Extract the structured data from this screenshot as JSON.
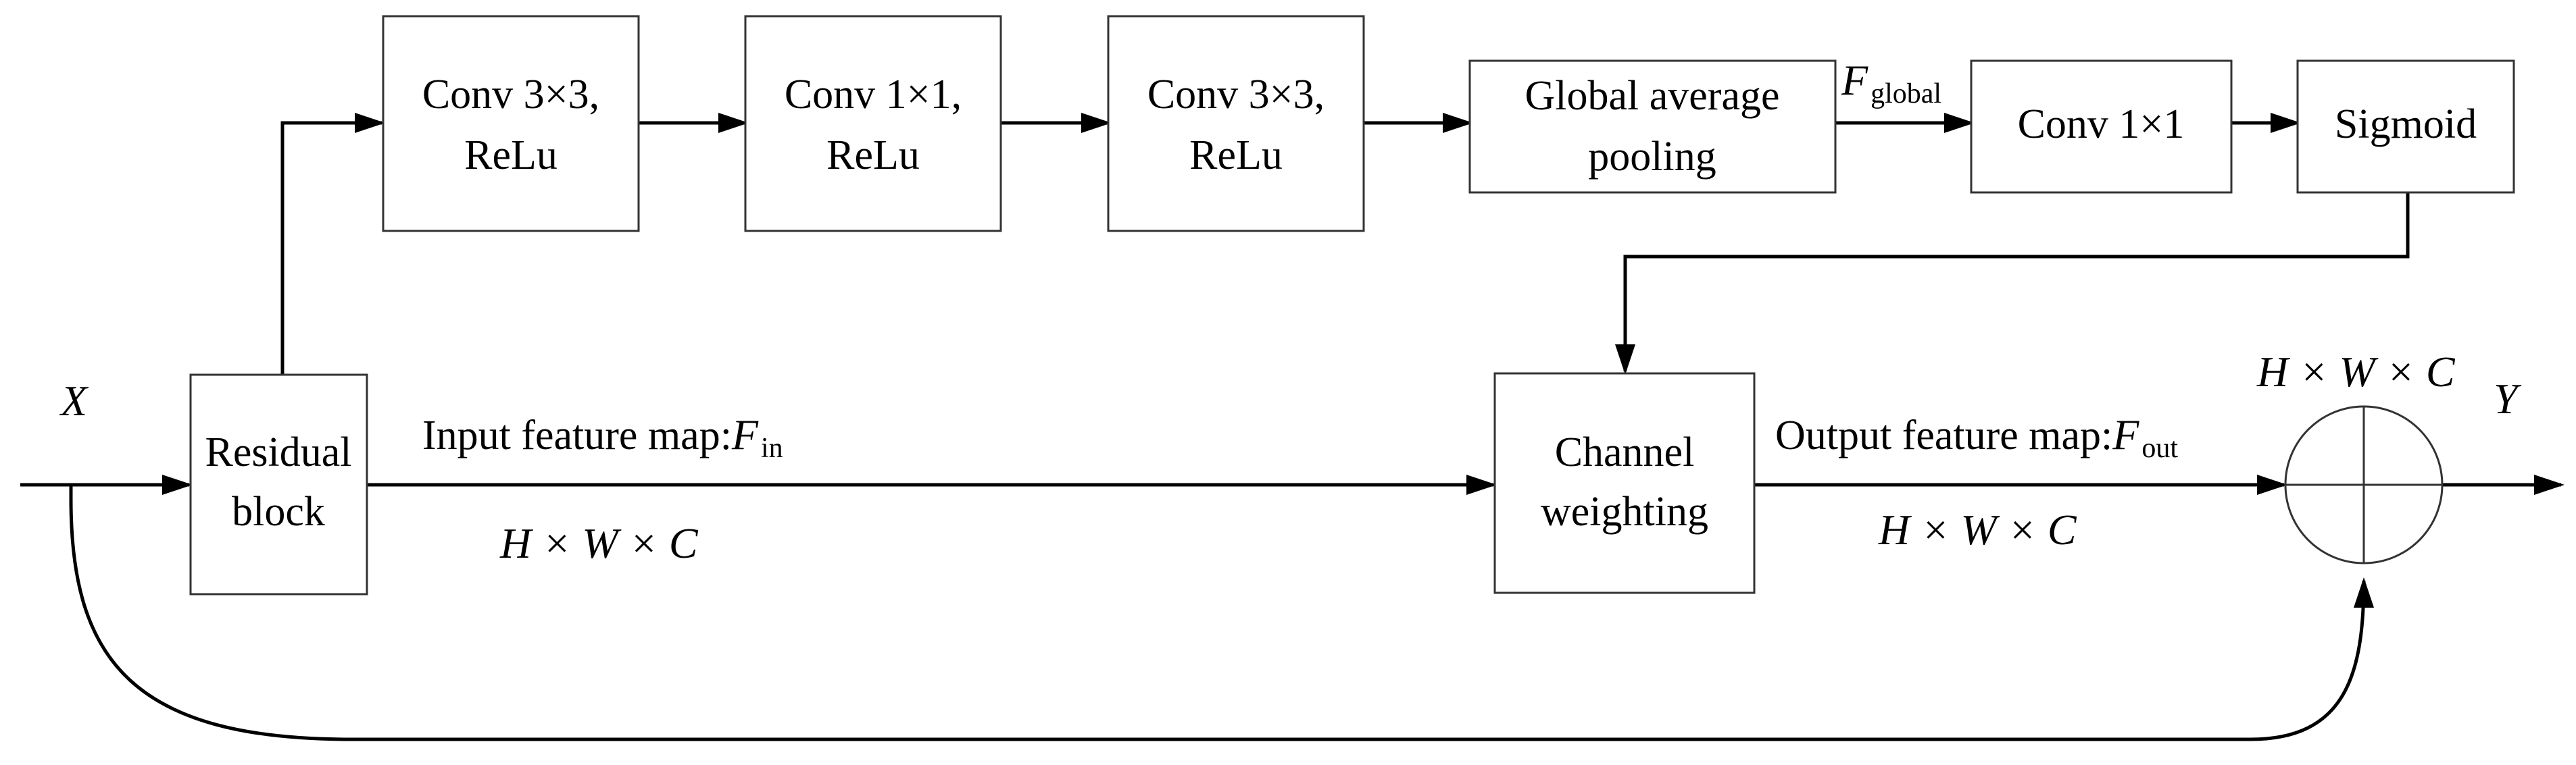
{
  "blocks": {
    "conv1": {
      "line1": "Conv 3×3,",
      "line2": "ReLu"
    },
    "conv2": {
      "line1": "Conv 1×1,",
      "line2": "ReLu"
    },
    "conv3": {
      "line1": "Conv 3×3,",
      "line2": "ReLu"
    },
    "gap": {
      "line1": "Global average",
      "line2": "pooling"
    },
    "conv4": {
      "line1": "Conv 1×1"
    },
    "sigmoid": {
      "line1": "Sigmoid"
    },
    "residual": {
      "line1": "Residual",
      "line2": "block"
    },
    "channel": {
      "line1": "Channel",
      "line2": "weighting"
    }
  },
  "labels": {
    "x": "X",
    "y": "Y",
    "f_global_main": "F",
    "f_global_sub": "global",
    "input_text": "Input feature map:",
    "f_in_main": "F",
    "f_in_sub": "in",
    "output_text": "Output feature map:",
    "f_out_main": "F",
    "f_out_sub": "out",
    "dims_input": "H × W × C",
    "dims_output": "H × W × C",
    "dims_sum": "H × W × C"
  },
  "colors": {
    "line": "#000000",
    "box_border": "#333333",
    "background": "#ffffff"
  }
}
